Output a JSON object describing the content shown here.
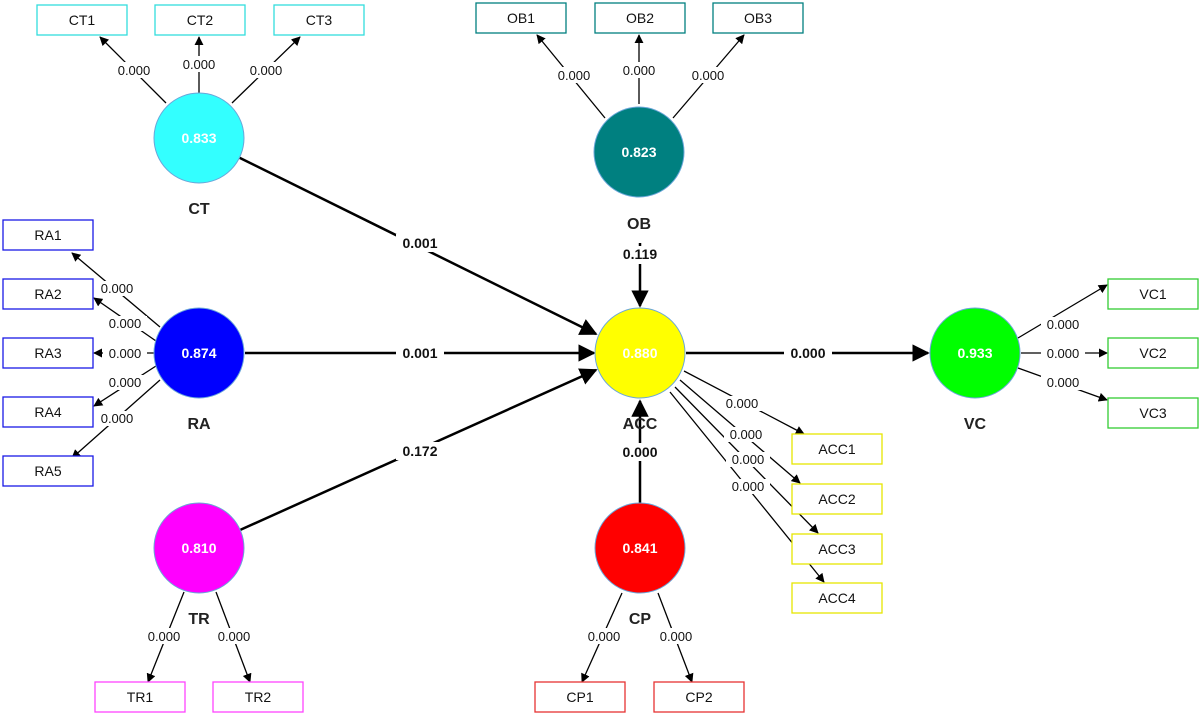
{
  "constructs": {
    "CT": {
      "name": "CT",
      "value": "0.833",
      "color": "#33FFFF"
    },
    "OB": {
      "name": "OB",
      "value": "0.823",
      "color": "#008080"
    },
    "RA": {
      "name": "RA",
      "value": "0.874",
      "color": "#0000FF"
    },
    "ACC": {
      "name": "ACC",
      "value": "0.880",
      "color": "#FFFF00"
    },
    "VC": {
      "name": "VC",
      "value": "0.933",
      "color": "#00FF00"
    },
    "TR": {
      "name": "TR",
      "value": "0.810",
      "color": "#FF00FF"
    },
    "CP": {
      "name": "CP",
      "value": "0.841",
      "color": "#FF0000"
    }
  },
  "indicators": {
    "CT1": "CT1",
    "CT2": "CT2",
    "CT3": "CT3",
    "OB1": "OB1",
    "OB2": "OB2",
    "OB3": "OB3",
    "RA1": "RA1",
    "RA2": "RA2",
    "RA3": "RA3",
    "RA4": "RA4",
    "RA5": "RA5",
    "ACC1": "ACC1",
    "ACC2": "ACC2",
    "ACC3": "ACC3",
    "ACC4": "ACC4",
    "VC1": "VC1",
    "VC2": "VC2",
    "VC3": "VC3",
    "TR1": "TR1",
    "TR2": "TR2",
    "CP1": "CP1",
    "CP2": "CP2"
  },
  "structural_paths": [
    {
      "from": "CT",
      "to": "ACC",
      "value": "0.001"
    },
    {
      "from": "RA",
      "to": "ACC",
      "value": "0.001"
    },
    {
      "from": "TR",
      "to": "ACC",
      "value": "0.172"
    },
    {
      "from": "OB",
      "to": "ACC",
      "value": "0.119"
    },
    {
      "from": "CP",
      "to": "ACC",
      "value": "0.000"
    },
    {
      "from": "ACC",
      "to": "VC",
      "value": "0.000"
    }
  ],
  "loadings": {
    "CT1": "0.000",
    "CT2": "0.000",
    "CT3": "0.000",
    "OB1": "0.000",
    "OB2": "0.000",
    "OB3": "0.000",
    "RA1": "0.000",
    "RA2": "0.000",
    "RA3": "0.000",
    "RA4": "0.000",
    "RA5": "0.000",
    "ACC1": "0.000",
    "ACC2": "0.000",
    "ACC3": "0.000",
    "ACC4": "0.000",
    "VC1": "0.000",
    "VC2": "0.000",
    "VC3": "0.000",
    "TR1": "0.000",
    "TR2": "0.000",
    "CP1": "0.000",
    "CP2": "0.000"
  },
  "colors": {
    "CT_border": "#33DDDD",
    "OB_border": "#008080",
    "RA_border": "#1A1AE6",
    "ACC_border": "#E6E600",
    "VC_border": "#33CC33",
    "TR_border": "#FF44FF",
    "CP_border": "#E63333",
    "line": "#000000",
    "circle_outline": "#6AA6D9"
  }
}
